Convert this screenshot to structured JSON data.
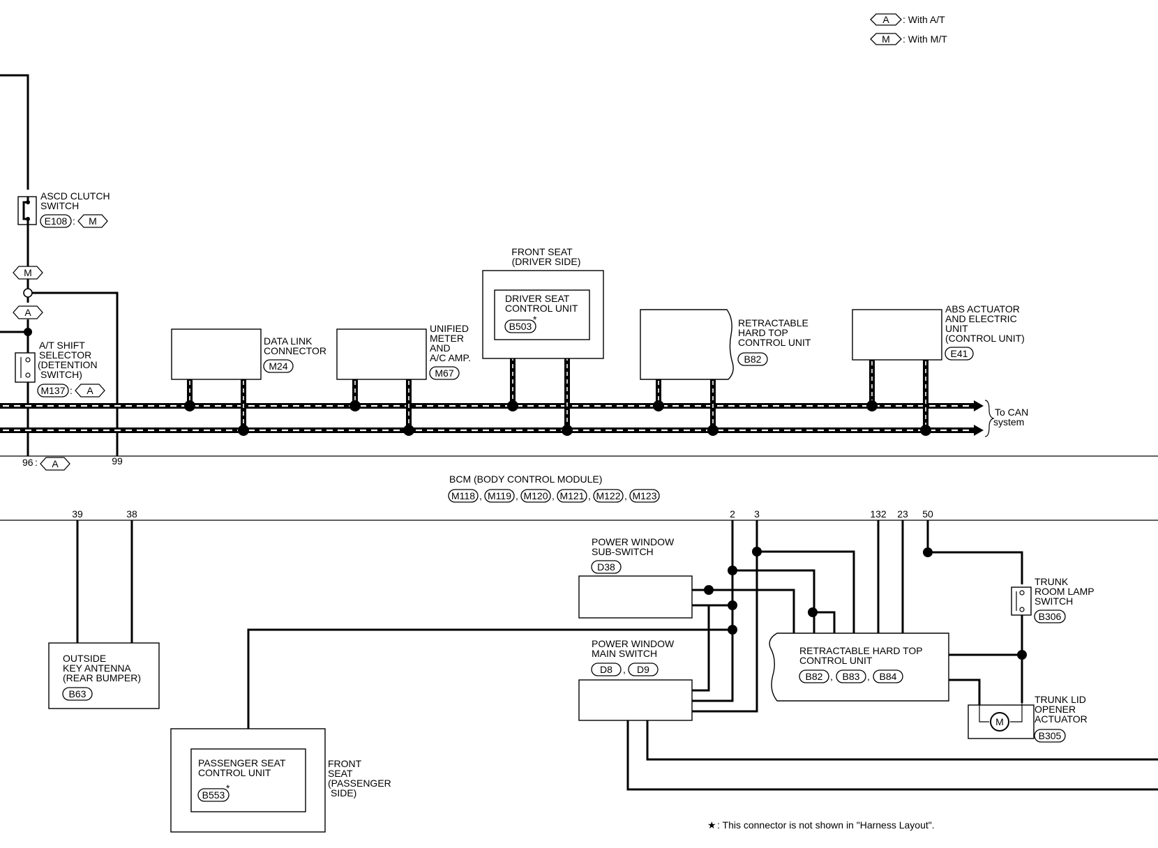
{
  "legend": {
    "at_badge": "A",
    "at_text": ": With A/T",
    "mt_badge": "M",
    "mt_text": ": With M/T"
  },
  "asc_switch": {
    "label_line1": "ASCD CLUTCH",
    "label_line2": "SWITCH",
    "connector": "E108",
    "colon": ":",
    "badge": "M"
  },
  "junction_badges": {
    "m": "M",
    "a": "A"
  },
  "at_selector": {
    "line1": "A/T SHIFT",
    "line2": "SELECTOR",
    "line3": "(DETENTION",
    "line4": "SWITCH)",
    "connector": "M137",
    "colon": ":",
    "badge": "A"
  },
  "data_link": {
    "line1": "DATA LINK",
    "line2": "CONNECTOR",
    "connector": "M24"
  },
  "unified_meter": {
    "line1": "UNIFIED",
    "line2": "METER",
    "line3": "AND",
    "line4": "A/C AMP.",
    "connector": "M67"
  },
  "front_seat_driver": {
    "title1": "FRONT SEAT",
    "title2": "(DRIVER SIDE)",
    "unit1": "DRIVER SEAT",
    "unit2": "CONTROL UNIT",
    "connector": "B503",
    "star": "*"
  },
  "retractable_top_upper": {
    "line1": "RETRACTABLE",
    "line2": "HARD TOP",
    "line3": "CONTROL UNIT",
    "connector": "B82"
  },
  "abs": {
    "line1": "ABS ACTUATOR",
    "line2": "AND ELECTRIC",
    "line3": "UNIT",
    "line4": "(CONTROL UNIT)",
    "connector": "E41"
  },
  "can_note": {
    "line1": "To CAN",
    "line2": "system"
  },
  "bcm_pins_top": {
    "p96": "96",
    "colon": ":",
    "badge": "A",
    "p99": "99"
  },
  "bcm": {
    "title": "BCM (BODY CONTROL MODULE)",
    "connectors": [
      "M118",
      "M119",
      "M120",
      "M121",
      "M122",
      "M123"
    ],
    "sep": ","
  },
  "bcm_pins_bottom": {
    "p39": "39",
    "p38": "38",
    "p2": "2",
    "p3": "3",
    "p132": "132",
    "p23": "23",
    "p50": "50"
  },
  "pw_sub": {
    "line1": "POWER WINDOW",
    "line2": "SUB-SWITCH",
    "connector": "D38"
  },
  "pw_main": {
    "line1": "POWER WINDOW",
    "line2": "MAIN SWITCH",
    "connector1": "D8",
    "sep": ",",
    "connector2": "D9"
  },
  "retractable_top_lower": {
    "line1": "RETRACTABLE HARD TOP",
    "line2": "CONTROL UNIT",
    "connectors": [
      "B82",
      "B83",
      "B84"
    ],
    "sep": ","
  },
  "trunk_lamp": {
    "line1": "TRUNK",
    "line2": "ROOM LAMP",
    "line3": "SWITCH",
    "connector": "B306"
  },
  "trunk_lid": {
    "line1": "TRUNK LID",
    "line2": "OPENER",
    "line3": "ACTUATOR",
    "connector": "B305",
    "motor": "M"
  },
  "key_antenna": {
    "line1": "OUTSIDE",
    "line2": "KEY ANTENNA",
    "line3": "(REAR BUMPER)",
    "connector": "B63"
  },
  "passenger_seat": {
    "unit1": "PASSENGER SEAT",
    "unit2": "CONTROL UNIT",
    "connector": "B553",
    "star": "*",
    "side1": "FRONT",
    "side2": "SEAT",
    "side3": "(PASSENGER",
    "side4": "SIDE)"
  },
  "footnote": {
    "star": "★",
    "text": ": This connector is not shown in \"Harness Layout\"."
  }
}
